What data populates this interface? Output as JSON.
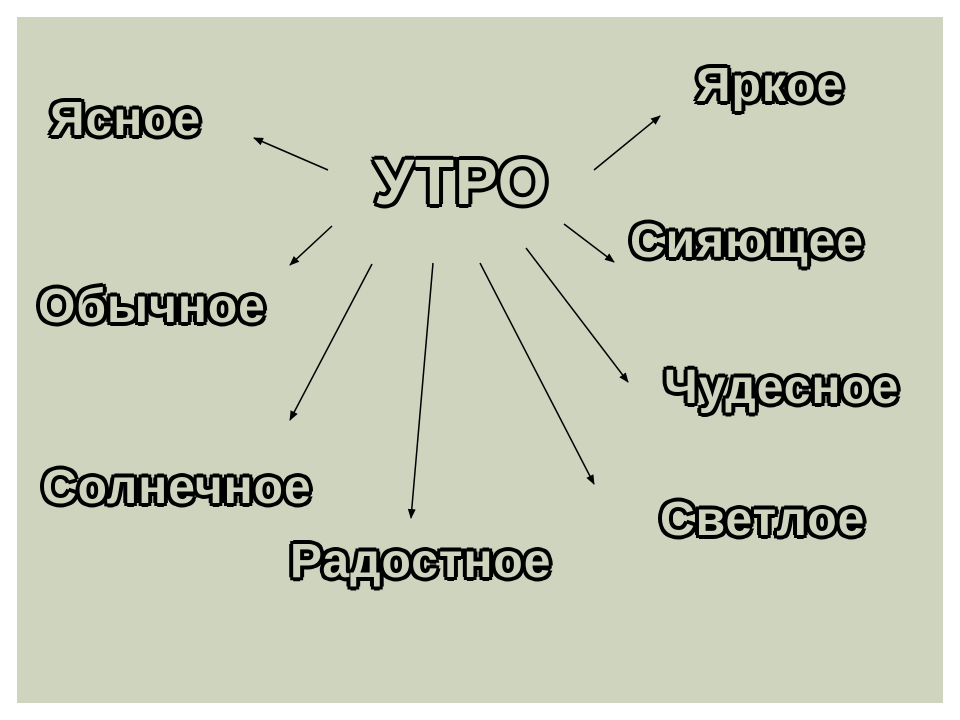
{
  "center_word": "УТРО",
  "words": {
    "yasnoe": "Ясное",
    "yarkoe": "Яркое",
    "siyayushchee": "Сияющее",
    "obychnoe": "Обычное",
    "chudesnoe": "Чудесное",
    "solnechnoe": "Солнечное",
    "svetloe": "Светлое",
    "radostnoe": "Радостное"
  },
  "colors": {
    "background": "#cfd4bf",
    "outline": "#000000",
    "arrow": "#000000"
  }
}
